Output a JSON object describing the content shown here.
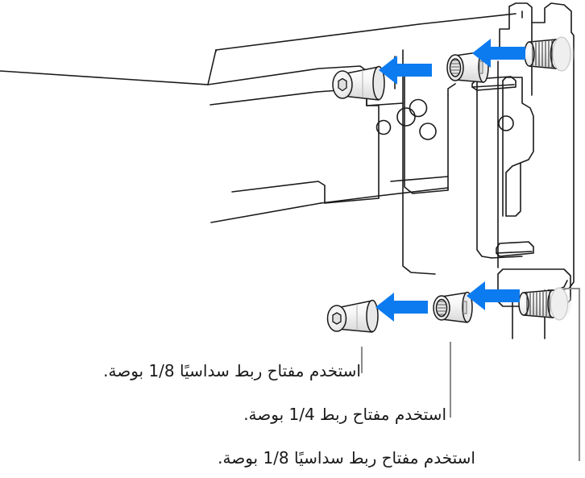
{
  "figure": {
    "name": "rail-bracket-screw-assembly",
    "background_color": "#ffffff",
    "line_color": "#1a1a1a",
    "arrow_color": "#0d7bf0",
    "metal_fill": "#f2f2f2",
    "metal_shade": "#e2e2e2",
    "leader_color": "#8c8c8c",
    "text_color": "#1a1a1a"
  },
  "captions": [
    {
      "id": "caption-1",
      "text": "استخدم مفتاح ربط سداسيًا 1/8 بوصة.",
      "points_to": "hex-socket-cap-lower"
    },
    {
      "id": "caption-2",
      "text": "استخدم مفتاح ربط 1/4 بوصة.",
      "points_to": "threaded-nut-lower"
    },
    {
      "id": "caption-3",
      "text": "استخدم مفتاح ربط سداسيًا 1/8 بوصة.",
      "points_to": "threaded-stud-lower"
    }
  ],
  "parts": {
    "hex_cap_upper": "hex-socket-cap-upper",
    "hex_cap_lower": "hex-socket-cap-lower",
    "nut_upper": "threaded-nut-upper",
    "nut_lower": "threaded-nut-lower",
    "stud_upper": "threaded-stud-upper",
    "stud_lower": "threaded-stud-lower",
    "rail": "equipment-rail",
    "bracket": "mounting-bracket-plate",
    "post": "rack-post"
  },
  "arrows": {
    "count": 4,
    "direction": "left",
    "meaning": "assembly-direction"
  }
}
